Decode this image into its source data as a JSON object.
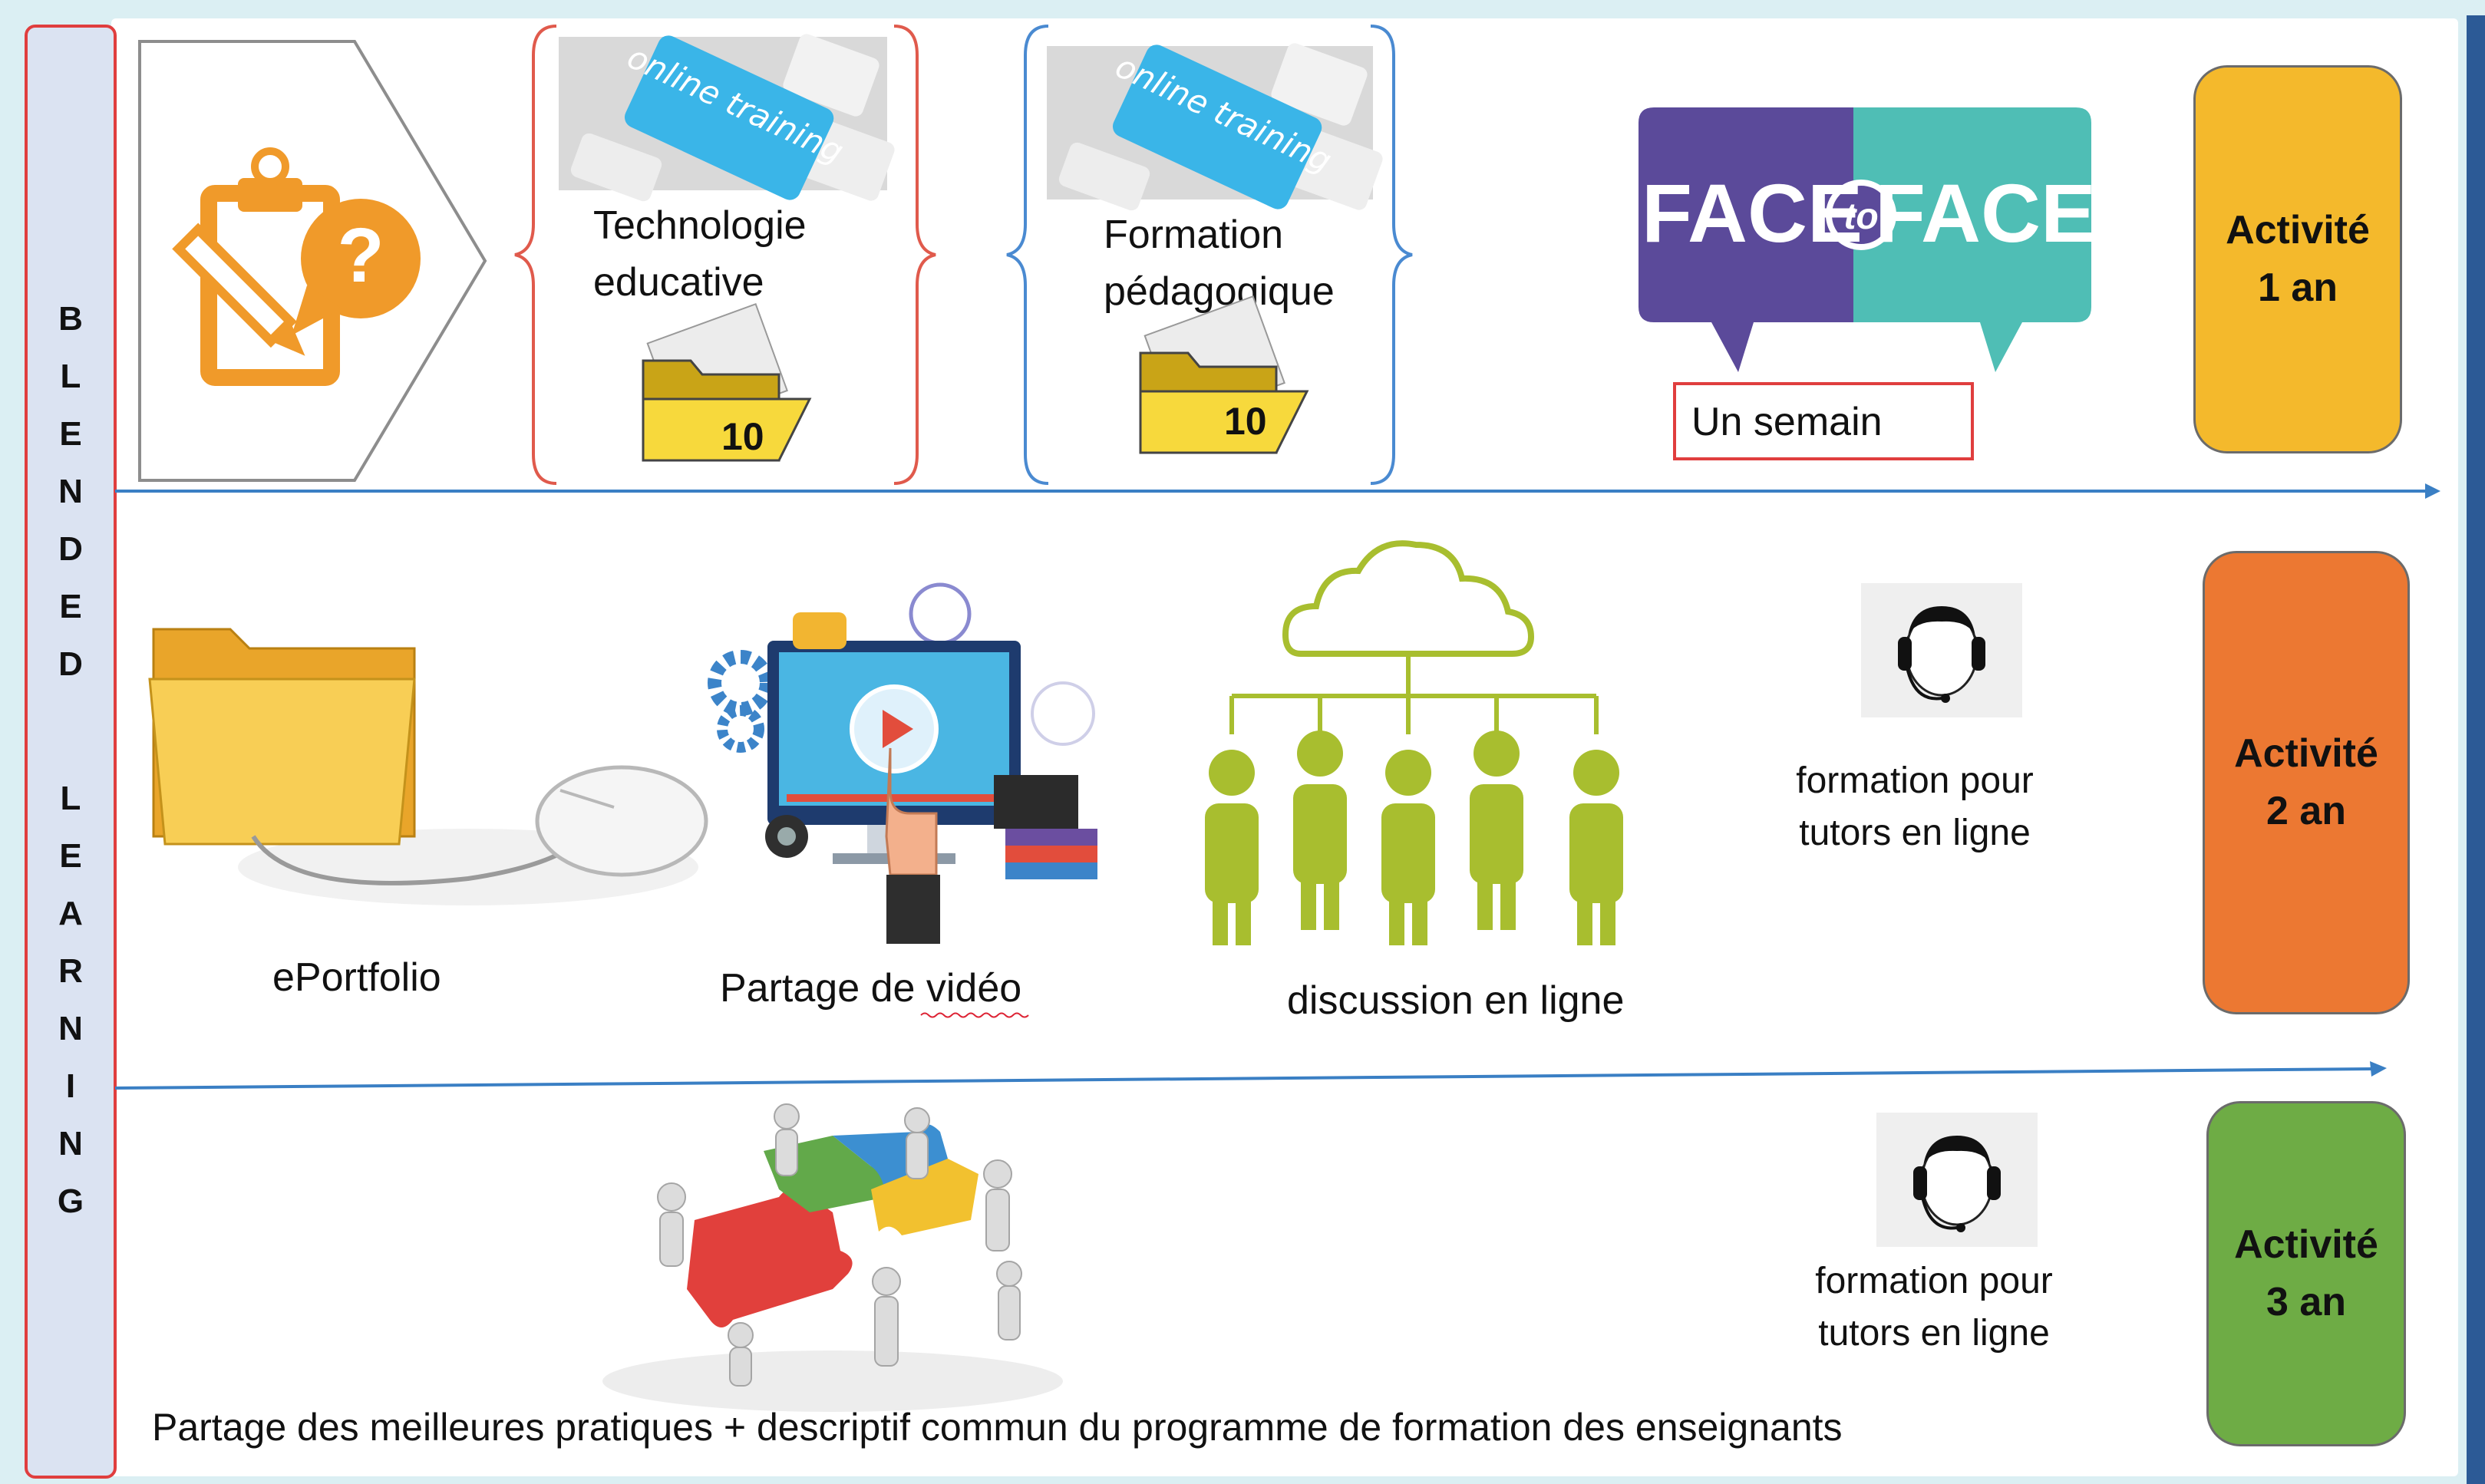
{
  "sidebar": {
    "letters": [
      "B",
      "L",
      "E",
      "N",
      "D",
      "E",
      "D",
      "L",
      "E",
      "A",
      "R",
      "N",
      "I",
      "N",
      "G"
    ],
    "color": "#e03e3e"
  },
  "row1": {
    "online_training_text": "online training",
    "brace_left": {
      "line1": "Technologie",
      "line2": "educative",
      "folder_number": "10"
    },
    "brace_right": {
      "line1": "Formation",
      "line2": "pédagogique",
      "folder_number": "10"
    },
    "face_to_face": {
      "left": "FACE",
      "middle": "to",
      "right": "FACE"
    },
    "un_semain": "Un semain",
    "activity": {
      "line1": "Activité",
      "line2": "1 an",
      "color": "#f4b92c"
    }
  },
  "row2": {
    "eportfolio": "ePortfolio",
    "video": "Partage de vidéo",
    "discussion": "discussion en ligne",
    "tutors": {
      "line1": "formation pour",
      "line2": "tutors en ligne"
    },
    "activity": {
      "line1": "Activité",
      "line2": "2 an",
      "color": "#ec7832"
    }
  },
  "row3": {
    "tutors": {
      "line1": "formation pour",
      "line2": "tutors en ligne"
    },
    "bottom_text": "Partage des meilleures pratiques + descriptif commun du programme de formation des enseignants",
    "activity": {
      "line1": "Activité",
      "line2": "3 an",
      "color": "#6eac45"
    }
  },
  "colors": {
    "arrow": "#3a7fc4",
    "icon_orange": "#f09a2a",
    "face_purple": "#5b4a9a",
    "face_teal": "#4fbeb5",
    "people_green": "#a8be2f"
  }
}
